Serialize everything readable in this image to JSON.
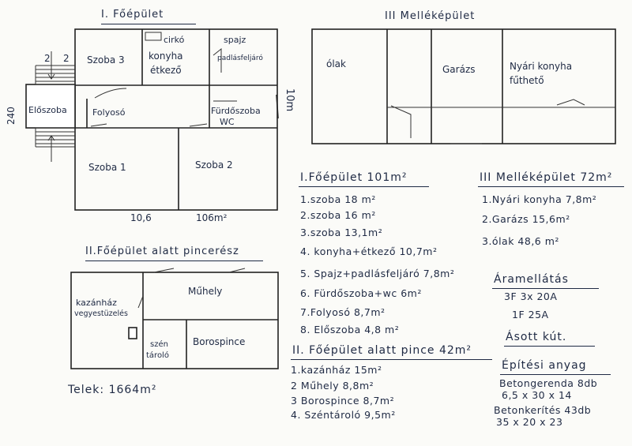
{
  "main_floor": {
    "title": "I. Főépület",
    "rooms": {
      "szoba3": "Szoba 3",
      "cirko": "cirkó",
      "konyha_line1": "konyha",
      "konyha_line2": "étkező",
      "spajz_line1": "spajz",
      "spajz_line2": "padlásfeljáró",
      "eloszoba": "Előszoba",
      "folyoso": "Folyosó",
      "furdo_line1": "Fürdőszoba",
      "furdo_line2": "WC",
      "szoba1": "Szoba 1",
      "szoba2": "Szoba 2"
    },
    "dimensions": {
      "left_top": "2",
      "left_side": "240",
      "bottom_width": "10,6",
      "bottom_area": "106m²",
      "right_side": "10m"
    }
  },
  "outbuilding": {
    "title": "III Melléképület",
    "rooms": {
      "olak": "ólak",
      "garazs": "Garázs",
      "nyari_line1": "Nyári konyha",
      "nyari_line2": "fűthető"
    }
  },
  "cellar": {
    "title": "II.Főépület alatt pincerész",
    "rooms": {
      "kazan_line1": "kazánház",
      "kazan_line2": "vegyestüzelés",
      "muhely": "Műhely",
      "boros": "Borospince",
      "szen_line1": "szén",
      "szen_line2": "tároló"
    }
  },
  "telek": "Telek: 1664m²",
  "list_main": {
    "title": "I.Főépület 101m²",
    "items": [
      "1.szoba 18 m²",
      "2.szoba 16 m²",
      "3.szoba 13,1m²",
      "4. konyha+étkező 10,7m²",
      "5. Spajz+padlásfeljáró 7,8m²",
      "6. Fürdőszoba+wc 6m²",
      "7.Folyosó 8,7m²",
      "8. Előszoba 4,8 m²"
    ]
  },
  "list_cellar": {
    "title": "II. Főépület alatt pince 42m²",
    "items": [
      "1.kazánház 15m²",
      "2 Műhely 8,8m²",
      "3 Borospince 8,7m²",
      "4. Széntároló 9,5m²"
    ]
  },
  "list_outbuilding": {
    "title": "III Melléképület 72m²",
    "items": [
      "1.Nyári konyha 7,8m²",
      "2.Garázs 15,6m²",
      "3.ólak 48,6 m²"
    ]
  },
  "electric": {
    "title": "Áramellátás",
    "items": [
      "3F 3x 20A",
      "1F 25A"
    ]
  },
  "well": "Ásott kút.",
  "materials": {
    "title": "Építési anyag",
    "items": [
      "Betongerenda 8db",
      "6,5 x 30 x 14",
      "Betonkerítés 43db",
      "35 x 20 x 23"
    ]
  }
}
